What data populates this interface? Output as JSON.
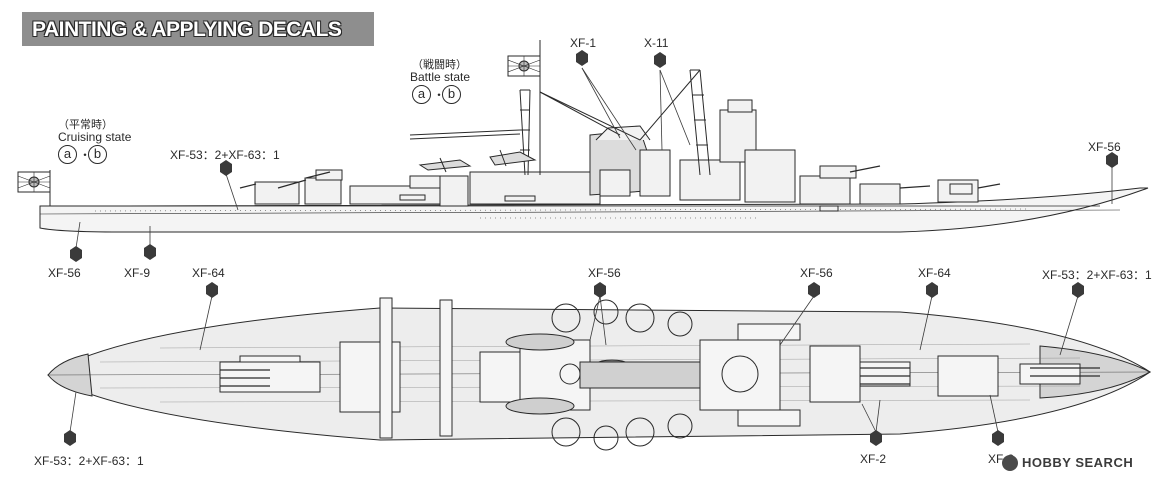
{
  "header": {
    "title": "PAINTING & APPLYING DECALS"
  },
  "side_view": {
    "cruising": {
      "jp": "（平常時）",
      "en": "Cruising state",
      "decal_a": "a",
      "decal_sep": "・",
      "decal_b": "b"
    },
    "battle": {
      "jp": "（戦闘時）",
      "en": "Battle state",
      "decal_a": "a",
      "decal_sep": "・",
      "decal_b": "b"
    },
    "callouts": [
      {
        "code": "XF-1"
      },
      {
        "code": "X-11"
      },
      {
        "code": "XF-53：2+XF-63：1"
      },
      {
        "code": "XF-56"
      },
      {
        "code": "XF-56"
      },
      {
        "code": "XF-9"
      }
    ]
  },
  "top_view": {
    "callouts": [
      {
        "code": "XF-64"
      },
      {
        "code": "XF-56"
      },
      {
        "code": "XF-56"
      },
      {
        "code": "XF-64"
      },
      {
        "code": "XF-53：2+XF-63：1"
      },
      {
        "code": "XF-53：2+XF-63：1"
      },
      {
        "code": "XF-2"
      },
      {
        "code": "XF-2"
      }
    ]
  },
  "watermark": {
    "text": "HOBBY SEARCH"
  },
  "colors": {
    "title_bg": "#8e8e8e",
    "deck": "#e8e8e8",
    "ink": "#2a2a2a",
    "paint_drop": "#3a3a3a"
  }
}
